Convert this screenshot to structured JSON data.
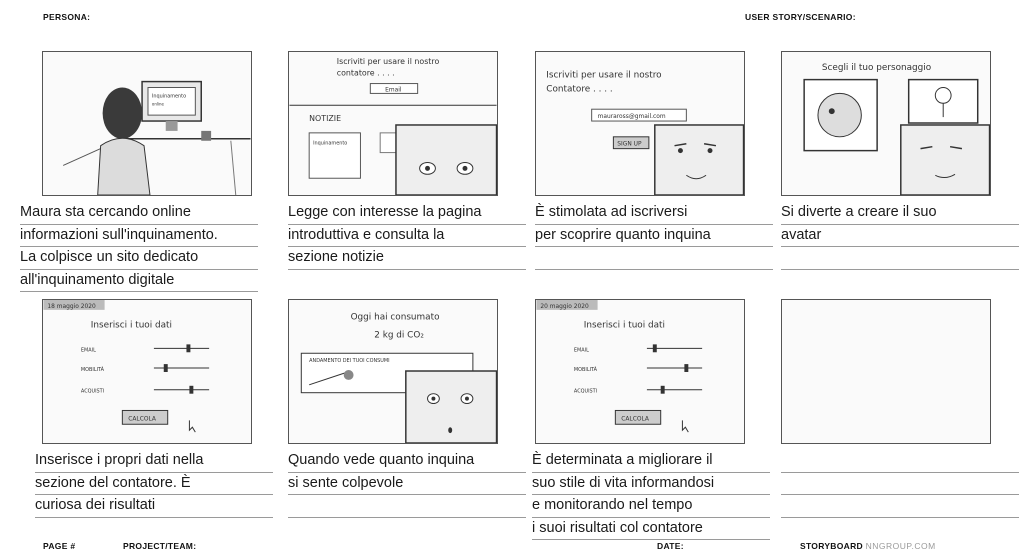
{
  "header": {
    "persona_label": "PERSONA:",
    "scenario_label": "USER STORY/SCENARIO:"
  },
  "frames": [
    {
      "sketch": {
        "screen_title": "Inquinamento",
        "screen_sub": "online"
      },
      "caption": [
        "Maura sta cercando online",
        "informazioni sull'inquinamento.",
        "La colpisce un sito dedicato",
        "all'inquinamento digitale"
      ]
    },
    {
      "sketch": {
        "title_1": "Iscriviti per usare il nostro",
        "title_2": "contatore . . . .",
        "email_btn": "Email",
        "section": "NOTIZIE",
        "card": "Inquinamento"
      },
      "caption": [
        "Legge con interesse la pagina",
        "introduttiva e consulta la",
        "sezione notizie",
        ""
      ]
    },
    {
      "sketch": {
        "title_1": "Iscriviti per usare il nostro",
        "title_2": "Contatore . . . .",
        "email_value": "mauraross@gmail.com",
        "signup_btn": "SIGN UP"
      },
      "caption": [
        "È stimolata ad iscriversi",
        "per scoprire quanto inquina",
        "",
        ""
      ]
    },
    {
      "sketch": {
        "title": "Scegli il tuo personaggio"
      },
      "caption": [
        "Si diverte a creare il suo",
        "avatar",
        "",
        ""
      ]
    },
    {
      "sketch": {
        "date": "18 maggio 2020",
        "title": "Inserisci i tuoi dati",
        "f1": "EMAIL",
        "f2": "MOBILITÀ",
        "f3": "ACQUISTI",
        "button": "CALCOLA"
      },
      "caption": [
        "Inserisce i propri dati nella",
        "sezione del contatore. È",
        "curiosa dei risultati",
        ""
      ]
    },
    {
      "sketch": {
        "title_1": "Oggi hai consumato",
        "title_2": "2 kg di CO₂",
        "bar_label": "ANDAMENTO DEI TUOI CONSUMI"
      },
      "caption": [
        "Quando vede quanto inquina",
        "si sente colpevole",
        "",
        ""
      ]
    },
    {
      "sketch": {
        "date": "20 maggio 2020",
        "title": "Inserisci i tuoi dati",
        "f1": "EMAIL",
        "f2": "MOBILITÀ",
        "f3": "ACQUISTI",
        "button": "CALCOLA"
      },
      "caption": [
        "È determinata a migliorare il",
        "suo stile di vita informandosi",
        "e monitorando nel tempo",
        "i suoi risultati col contatore"
      ]
    },
    {
      "sketch": {},
      "caption": [
        "",
        "",
        "",
        ""
      ]
    }
  ],
  "footer": {
    "page_label": "PAGE #",
    "project_label": "PROJECT/TEAM:",
    "date_label": "DATE:",
    "storyboard_label": "STORYBOARD",
    "brand": "NNGROUP.COM"
  }
}
